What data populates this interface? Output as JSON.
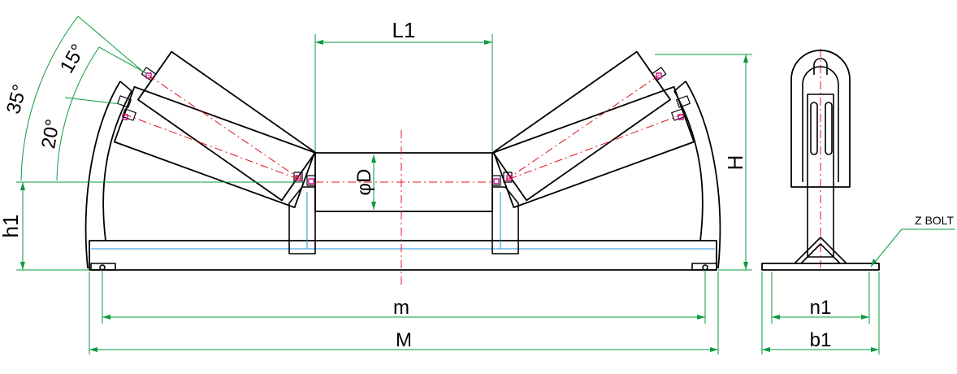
{
  "labels": {
    "l1": "L1",
    "diameter": "φD",
    "height": "H",
    "height1": "h1",
    "m_small": "m",
    "m_big": "M",
    "n1": "n1",
    "b1": "b1",
    "bolt": "Z BOLT",
    "angle_35": "35°",
    "angle_20": "20°",
    "angle_15": "15°"
  },
  "colors": {
    "line": "#000000",
    "dimension": "#0a9a3c",
    "centerline": "#e0141e",
    "hidden": "#1e8fd6",
    "bolt_mark": "#c0108c"
  }
}
